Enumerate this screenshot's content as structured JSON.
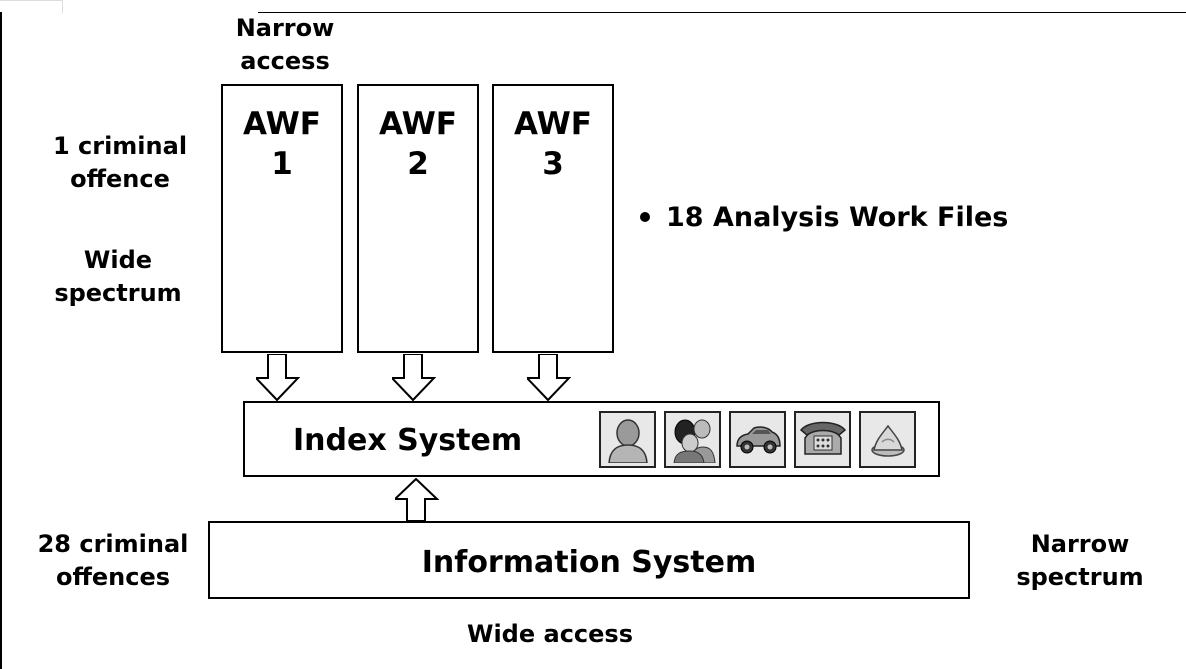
{
  "labels": {
    "narrow_access": [
      "Narrow",
      "access"
    ],
    "one_offence": [
      "1 criminal",
      "offence"
    ],
    "wide_spectrum": [
      "Wide",
      "spectrum"
    ],
    "twentyeight_offences": [
      "28 criminal",
      "offences"
    ],
    "narrow_spectrum": [
      "Narrow",
      "spectrum"
    ],
    "wide_access": "Wide access"
  },
  "awf_files": [
    {
      "name": "AWF",
      "number": "1"
    },
    {
      "name": "AWF",
      "number": "2"
    },
    {
      "name": "AWF",
      "number": "3"
    }
  ],
  "bullet_text": "18 Analysis Work Files",
  "index_system": {
    "title": "Index System",
    "icons": [
      "person-icon",
      "group-icon",
      "car-icon",
      "telephone-icon",
      "substance-icon"
    ]
  },
  "information_system": {
    "title": "Information System"
  },
  "colors": {
    "stroke": "#000000",
    "background": "#ffffff",
    "icon_background": "#e8e8e8"
  }
}
